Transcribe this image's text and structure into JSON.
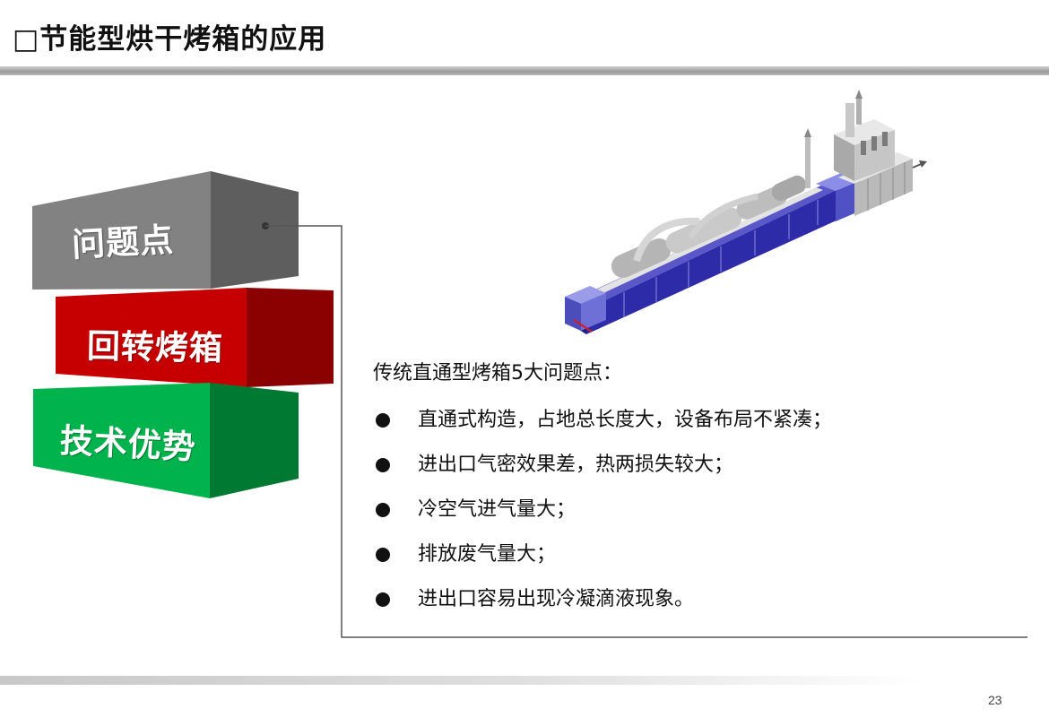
{
  "page": {
    "title": "□节能型烘干烤箱的应用",
    "page_number": "23"
  },
  "blocks": [
    {
      "id": "problem",
      "label": "问题点",
      "color": "#7a7a7a"
    },
    {
      "id": "rotary",
      "label": "回转烤箱",
      "color": "#c00000"
    },
    {
      "id": "tech",
      "label": "技术优势",
      "color": "#00b050"
    }
  ],
  "content": {
    "intro": "传统直通型烤箱5大问题点：",
    "points": [
      "直通式构造，占地总长度大，设备布局不紧凑；",
      "进出口气密效果差，热两损失较大；",
      "冷空气进气量大；",
      "排放废气量大；",
      "进出口容易出现冷凝滴液现象。"
    ]
  },
  "figure": {
    "name": "straight-through-oven-illustration"
  }
}
